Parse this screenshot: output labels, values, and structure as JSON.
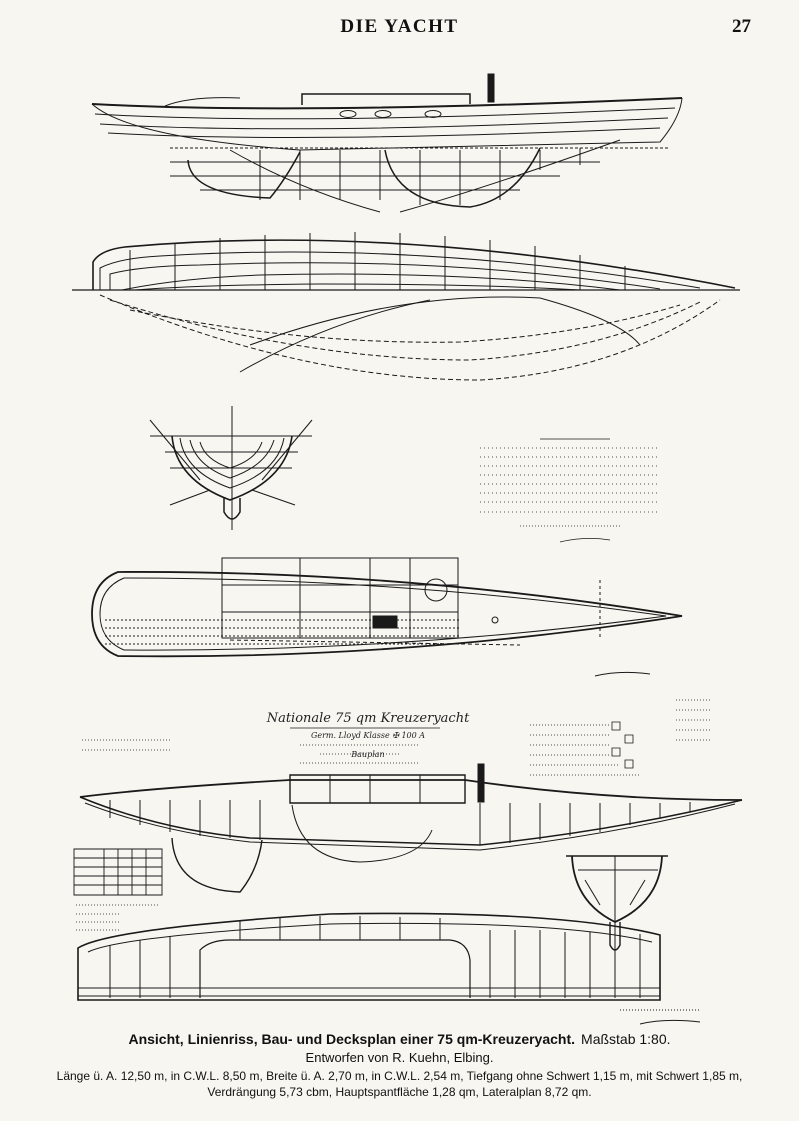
{
  "header": {
    "title": "DIE YACHT",
    "page_number": "27"
  },
  "plan_title": {
    "line1": "Nationale 75 qm Kreuzeryacht",
    "line2": "Germ. Lloyd Klasse ✠ 100 A",
    "line3": "Bauplan"
  },
  "caption": {
    "line1": "Ansicht, Linienriss, Bau- und Decksplan einer 75 qm-Kreuzeryacht.",
    "scale": "Maßstab 1:80.",
    "line2": "Entworfen von R. Kuehn, Elbing.",
    "line3": "Länge ü. A. 12,50 m, in C.W.L. 8,50 m, Breite ü. A. 2,70 m, in C.W.L. 2,54 m, Tiefgang ohne Schwert 1,15 m, mit Schwert 1,85 m,",
    "line4": "Verdrängung 5,73 cbm, Hauptspantfläche 1,28 qm, Lateralplan 8,72 qm."
  }
}
